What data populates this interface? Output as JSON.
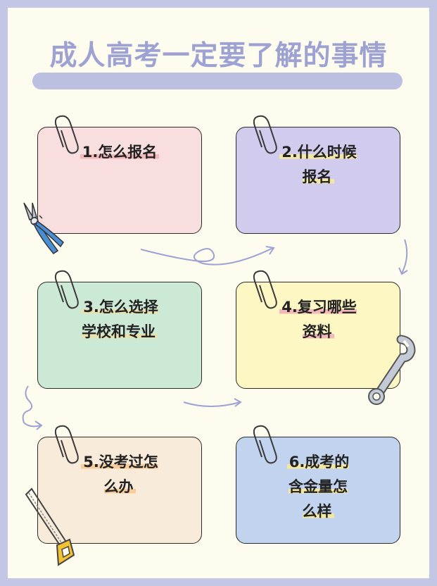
{
  "title": "成人高考一定要了解的事情",
  "cards": [
    {
      "label": "1.怎么报名",
      "bg": "#f8dede",
      "highlight": "#f3b8b8"
    },
    {
      "label": "2.什么时候\n报名",
      "bg": "#d1cbed",
      "highlight": "#f4e7a2"
    },
    {
      "label": "3.怎么选择\n学校和专业",
      "bg": "#cce9d6",
      "highlight": "#e8e1b2"
    },
    {
      "label": "4.复习哪些\n资料",
      "bg": "#fcf7c3",
      "highlight": "#f3b8b8"
    },
    {
      "label": "5.没考过怎\n么办",
      "bg": "#f9ebda",
      "highlight": "#f6cc9c"
    },
    {
      "label": "6.成考的\n含金量怎\n么样",
      "bg": "#c1d3ee",
      "highlight": "#f4e7a2"
    }
  ],
  "colors": {
    "frame": "#c3c6e4",
    "paper": "#fdfcef",
    "title": "#9da2d2",
    "arrow": "#9da2d2"
  },
  "icons": [
    "paperclip-icon",
    "pliers-icon",
    "wrench-icon",
    "saw-icon",
    "arrow-icon"
  ]
}
